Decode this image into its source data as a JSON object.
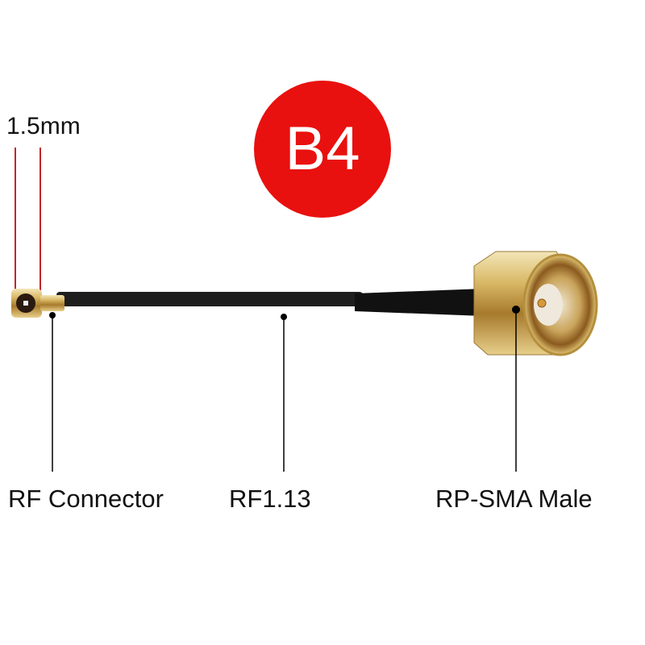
{
  "badge": {
    "text": "B4",
    "color": "#e8110f"
  },
  "dimension": {
    "text": "1.5mm",
    "line_color": "#c0262b"
  },
  "labels": {
    "connector": "RF Connector",
    "cable": "RF1.13",
    "sma": "RP-SMA Male"
  }
}
